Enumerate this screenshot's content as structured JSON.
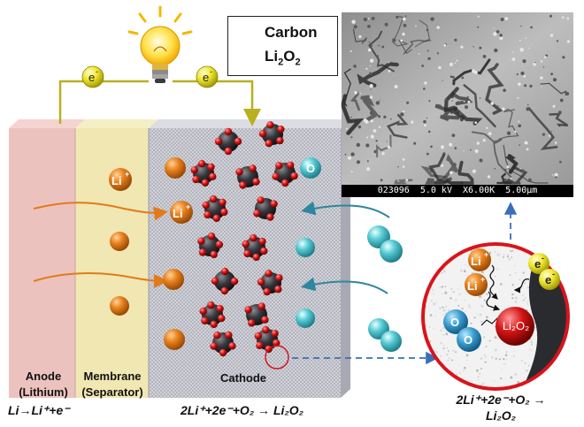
{
  "legend": {
    "carbon_label": "Carbon",
    "li2o2_label": "Li",
    "li2o2_sub": "2",
    "li2o2_o": "O",
    "li2o2_sub2": "2"
  },
  "electron": {
    "base": "e",
    "sup": "-"
  },
  "ion": {
    "base": "Li",
    "sup": "+"
  },
  "oxygen": {
    "letter": "O"
  },
  "anode": {
    "title": "Anode",
    "subtitle": "(Lithium)",
    "reaction": "Li→Li⁺+e⁻"
  },
  "membrane": {
    "title": "Membrane",
    "subtitle": "(Separator)"
  },
  "cathode": {
    "title": "Cathode",
    "reaction": "2Li⁺+2e⁻+O₂ → Li₂O₂"
  },
  "sem": {
    "info": "023096  5.0 kV  X6.00K  5.00µm"
  },
  "zoom": {
    "product": "Li₂O₂",
    "reaction_line1": "2Li⁺+2e⁻+O₂ →",
    "reaction_line2": "Li₂O₂"
  },
  "colors": {
    "anode": "#e9b7b4",
    "membrane": "#ede3a4",
    "cathode_mesh": "#bcbcc4",
    "li_ion": "#e07a1c",
    "oxygen": "#4cc4cc",
    "carbon": "#2f3135",
    "li2o2": "#cc1111",
    "electron": "#e8e22a",
    "wire": "#b8b020",
    "arrow_li": "#e27a1a",
    "arrow_o": "#2f86a0",
    "zoom_ring": "#d9141b",
    "dashed": "#3a6fb8"
  }
}
